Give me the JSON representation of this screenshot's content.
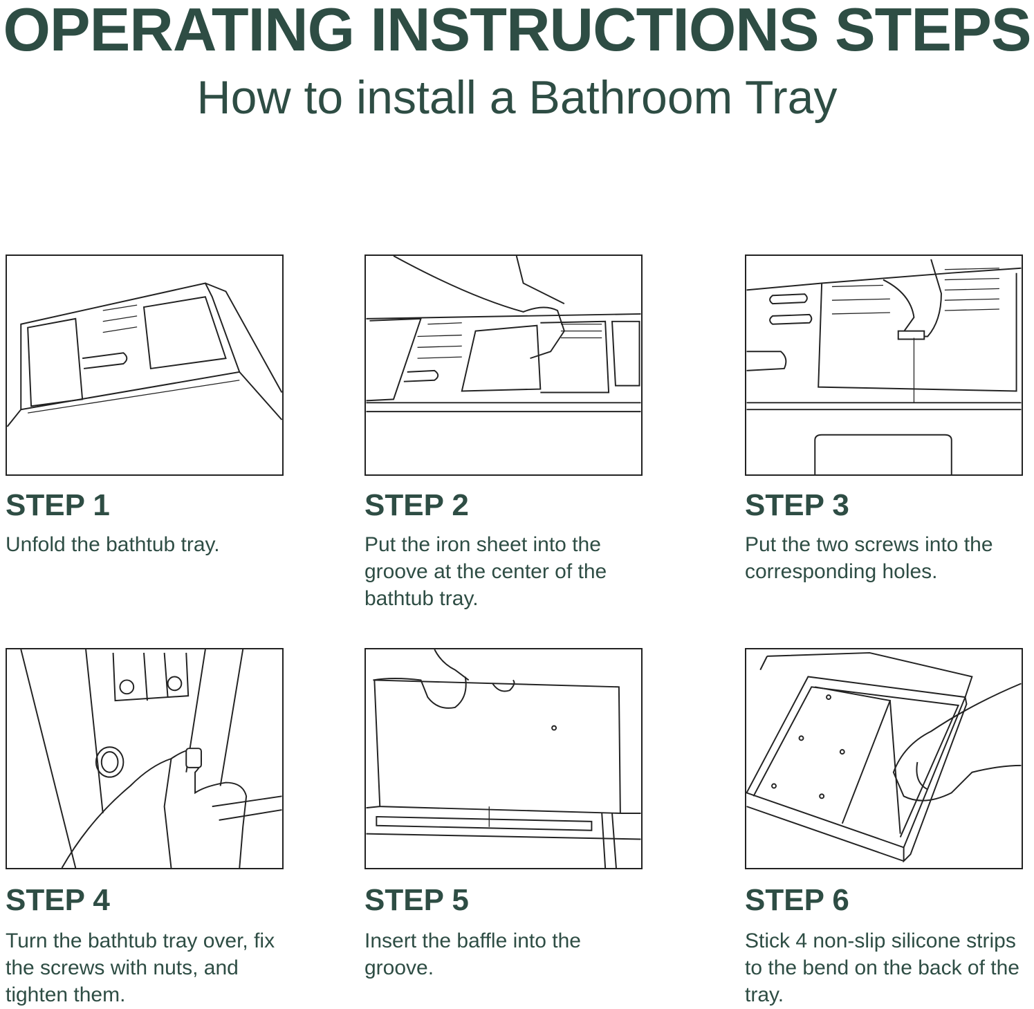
{
  "title": "OPERATING INSTRUCTIONS STEPS",
  "subtitle": "How to install a Bathroom Tray",
  "steps": [
    {
      "label": "STEP 1",
      "text": "Unfold the bathtub tray."
    },
    {
      "label": "STEP 2",
      "text": "Put the iron sheet into the groove at the center of the bathtub tray."
    },
    {
      "label": "STEP 3",
      "text": "Put the two screws into the corresponding holes."
    },
    {
      "label": "STEP 4",
      "text": "Turn the bathtub tray over, fix the screws with nuts, and tighten them."
    },
    {
      "label": "STEP 5",
      "text": "Insert the baffle into the groove."
    },
    {
      "label": "STEP 6",
      "text": "Stick 4 non-slip silicone strips to the bend on the back of the tray."
    }
  ],
  "colors": {
    "text": "#2e4d44",
    "frame": "#222222"
  }
}
